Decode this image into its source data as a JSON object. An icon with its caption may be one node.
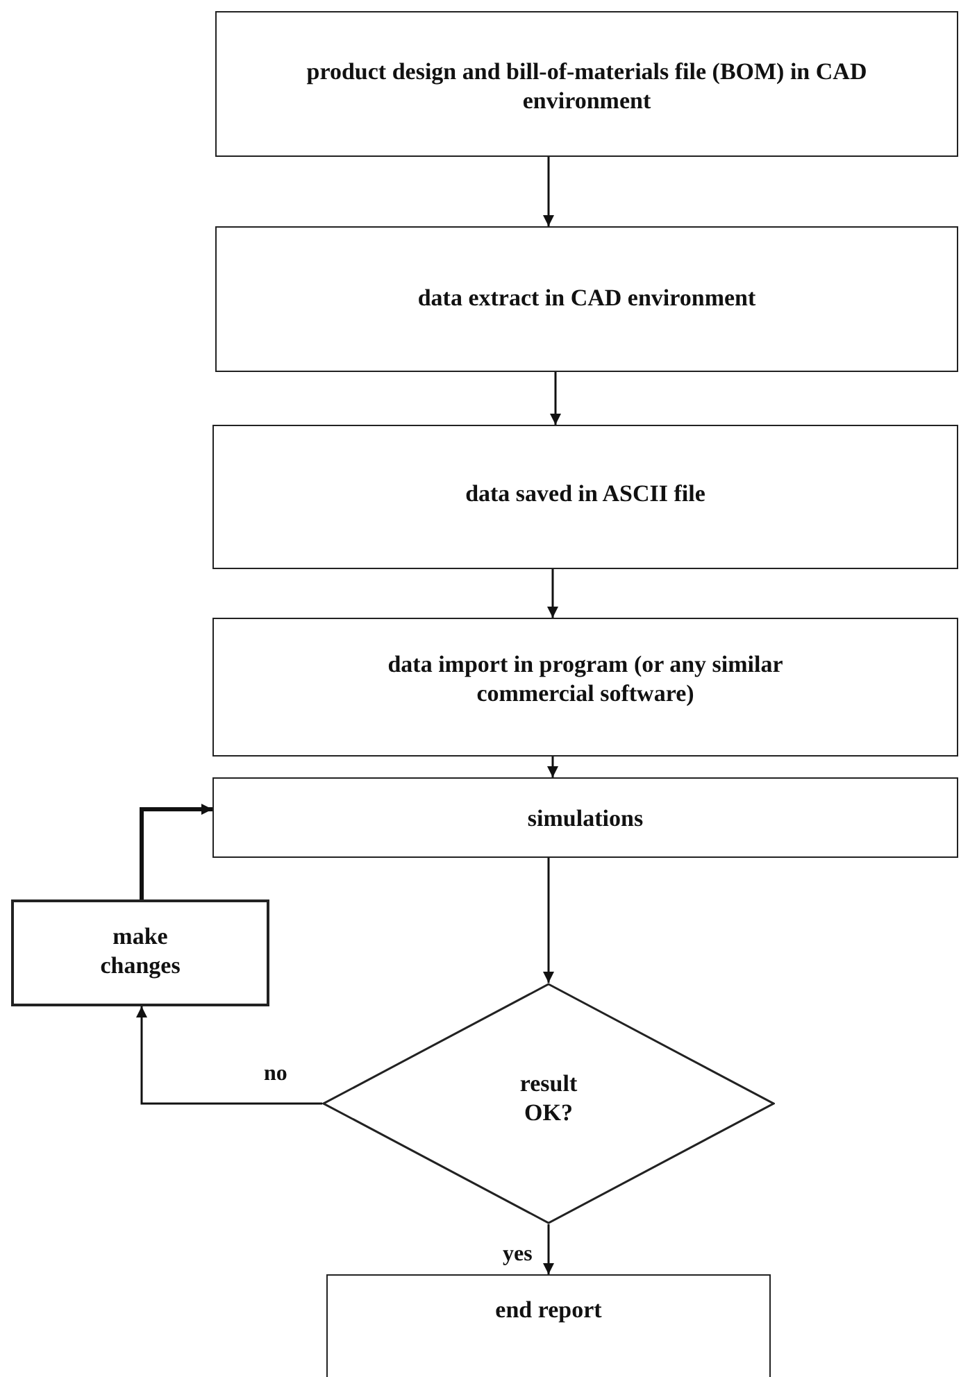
{
  "diagram": {
    "nodes": [
      {
        "text": [
          "product design and bill-of-materials file (BOM) in CAD environment"
        ]
      },
      {
        "text": [
          "data extract in CAD environment"
        ]
      },
      {
        "text": [
          "data saved in ASCII file"
        ]
      },
      {
        "text": [
          "data import in program (or any similar commercial software)"
        ]
      },
      {
        "text": [
          "simulations"
        ]
      },
      {
        "text": [
          "make changes"
        ]
      },
      {
        "text": [
          "result OK?"
        ]
      },
      {
        "text": [
          "end report"
        ]
      }
    ],
    "edges": [
      {
        "from": 0,
        "to": 1,
        "arrow": "to"
      },
      {
        "from": 1,
        "to": 2,
        "arrow": "to"
      },
      {
        "from": 2,
        "to": 3,
        "arrow": "to"
      },
      {
        "from": 3,
        "to": 4,
        "arrow": "to"
      },
      {
        "from": 4,
        "to": 6,
        "arrow": "to"
      },
      {
        "from": 6,
        "to": 5,
        "arrow": "to",
        "label": "no"
      },
      {
        "from": 5,
        "to": 4,
        "arrow": "to",
        "style": "thick"
      },
      {
        "from": 6,
        "to": 7,
        "arrow": "to",
        "label": "yes"
      }
    ]
  }
}
